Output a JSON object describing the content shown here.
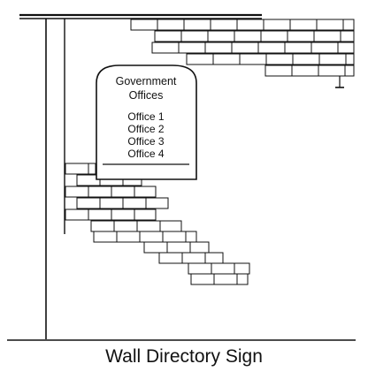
{
  "sign": {
    "title_line1": "Government",
    "title_line2": "Offices",
    "offices": [
      "Office 1",
      "Office 2",
      "Office 3",
      "Office 4"
    ]
  },
  "caption": "Wall Directory Sign",
  "colors": {
    "ink": "#111111",
    "background": "#ffffff"
  }
}
